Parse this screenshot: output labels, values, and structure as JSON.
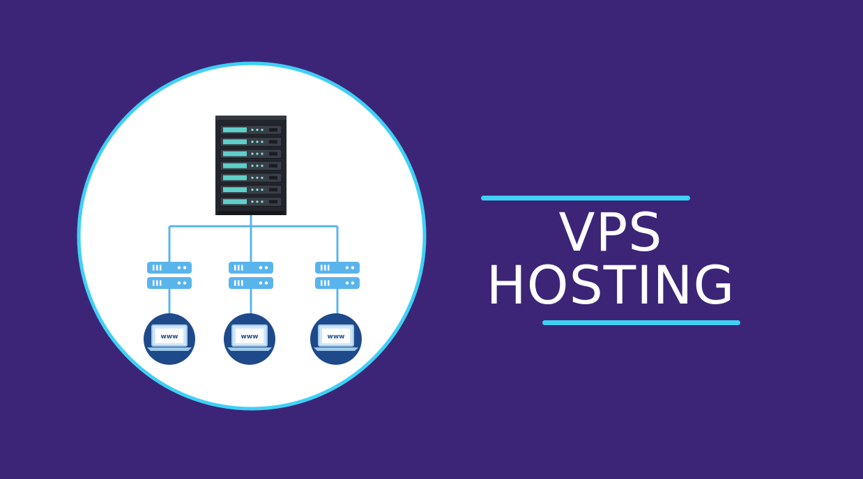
{
  "title": {
    "line1": "VPS",
    "line2": "HOSTING"
  },
  "clients": [
    {
      "label": "www"
    },
    {
      "label": "www"
    },
    {
      "label": "www"
    }
  ],
  "colors": {
    "background": "#3c2577",
    "accent": "#3fd0f5",
    "circle_fill": "#ffffff",
    "server_rack": "#24272d",
    "node_blue": "#5ab4ec",
    "client_navy": "#1e4a8a"
  },
  "icons": [
    "dedicated-server-rack-icon",
    "virtual-server-node-icon",
    "www-laptop-icon"
  ]
}
